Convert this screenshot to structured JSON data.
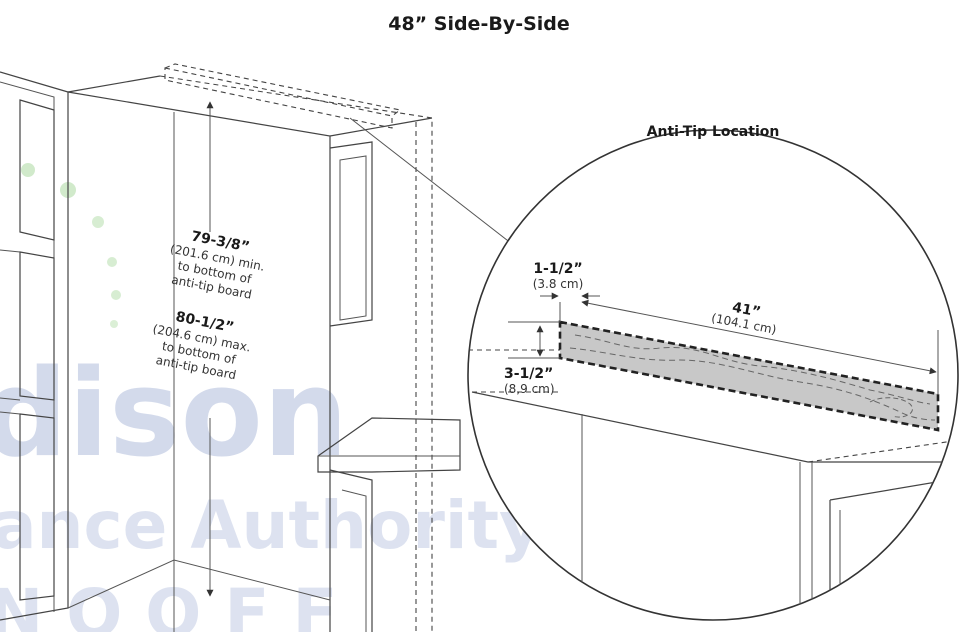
{
  "title": "48” Side-By-Side",
  "inset_title": "Anti-Tip Location",
  "dims": {
    "height_min_value": "79-3/8”",
    "height_min_metric": "(201.6 cm) min.",
    "height_min_note_1": "to bottom of",
    "height_min_note_2": "anti-tip board",
    "height_max_value": "80-1/2”",
    "height_max_metric": "(204.6 cm) max.",
    "height_max_note_1": "to bottom of",
    "height_max_note_2": "anti-tip board",
    "board_depth_value": "1-1/2”",
    "board_depth_metric": "(3.8 cm)",
    "board_length_value": "41”",
    "board_length_metric": "(104.1 cm)",
    "board_height_value": "3-1/2”",
    "board_height_metric": "(8,9 cm)"
  },
  "watermark": {
    "word": "dison",
    "tagline": "ance Authority™",
    "bottom": "N O O F F"
  },
  "colors": {
    "line": "#444444",
    "board_fill": "#c8c8c8",
    "watermark_blue": "#3b5ba8",
    "watermark_green": "#7cc46a"
  }
}
